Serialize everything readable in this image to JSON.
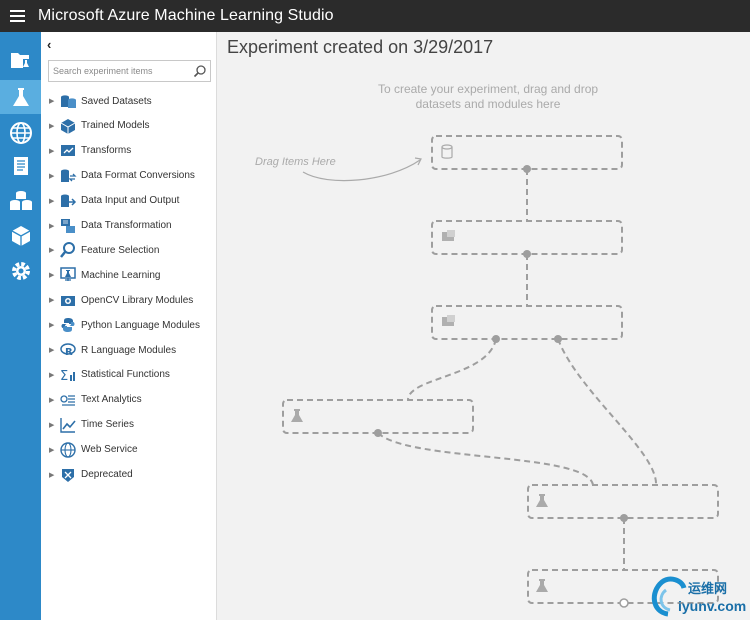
{
  "app": {
    "title": "Microsoft Azure Machine Learning Studio"
  },
  "palette": {
    "collapse_glyph": "‹",
    "search_placeholder": "Search experiment items",
    "items": [
      {
        "label": "Saved Datasets",
        "icon": "saved-datasets-icon"
      },
      {
        "label": "Trained Models",
        "icon": "trained-models-icon"
      },
      {
        "label": "Transforms",
        "icon": "transforms-icon"
      },
      {
        "label": "Data Format Conversions",
        "icon": "data-format-icon"
      },
      {
        "label": "Data Input and Output",
        "icon": "data-io-icon"
      },
      {
        "label": "Data Transformation",
        "icon": "data-transformation-icon"
      },
      {
        "label": "Feature Selection",
        "icon": "feature-selection-icon"
      },
      {
        "label": "Machine Learning",
        "icon": "machine-learning-icon"
      },
      {
        "label": "OpenCV Library Modules",
        "icon": "opencv-icon"
      },
      {
        "label": "Python Language Modules",
        "icon": "python-icon"
      },
      {
        "label": "R Language Modules",
        "icon": "r-language-icon"
      },
      {
        "label": "Statistical Functions",
        "icon": "statistical-functions-icon"
      },
      {
        "label": "Text Analytics",
        "icon": "text-analytics-icon"
      },
      {
        "label": "Time Series",
        "icon": "time-series-icon"
      },
      {
        "label": "Web Service",
        "icon": "web-service-icon"
      },
      {
        "label": "Deprecated",
        "icon": "deprecated-icon"
      }
    ]
  },
  "canvas": {
    "title": "Experiment created on 3/29/2017",
    "hint_line1": "To create your experiment, drag and drop",
    "hint_line2": "datasets and modules here",
    "drag_hint": "Drag Items Here"
  },
  "watermark": {
    "cn": "运维网",
    "url": "iyunv.com"
  },
  "colors": {
    "rail": "#2d89c8",
    "rail_active": "#5aaee0",
    "topbar": "#2b2b2b",
    "canvas": "#f2f2f2",
    "placeholder_stroke": "#9e9e9e"
  }
}
